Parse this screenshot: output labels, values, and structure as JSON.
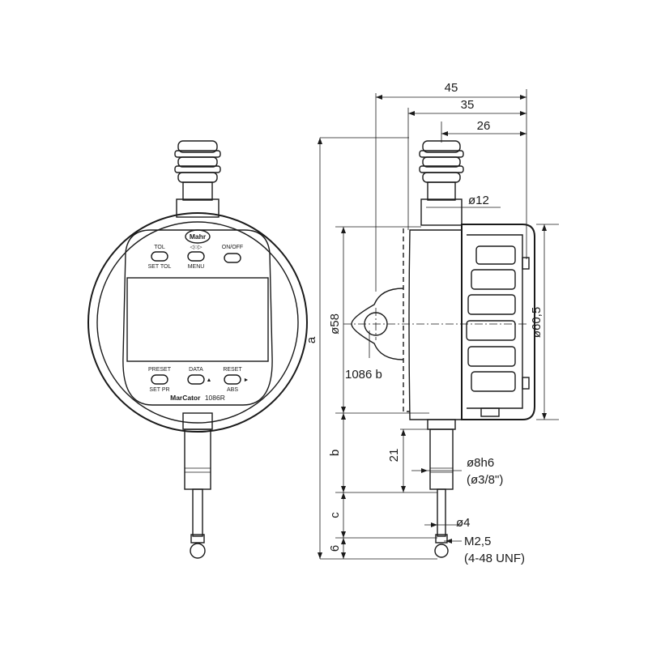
{
  "front_view": {
    "brand_logo": "Mahr",
    "buttons": {
      "tol": {
        "top": "TOL",
        "bottom": "SET TOL"
      },
      "menu": {
        "top": "◁○▷",
        "bottom": "MENU"
      },
      "onoff": {
        "top": "ON/OFF",
        "bottom": ""
      },
      "preset": {
        "top": "PRESET",
        "bottom": "SET PR"
      },
      "data": {
        "top": "DATA",
        "bottom": "▲"
      },
      "reset": {
        "top": "RESET",
        "bottom": "ABS"
      }
    },
    "reset_arrow": "►",
    "model_name": "MarCator",
    "model_number": "1086R"
  },
  "side_view": {
    "dimensions": {
      "width_overall": "45",
      "width_to_axis": "35",
      "width_cap": "26",
      "cap_diameter": "ø12",
      "inner_diameter": "ø58",
      "outer_diameter": "ø60,5",
      "height_a": "a",
      "height_b": "b",
      "height_c": "c",
      "tip_length": "6",
      "stem_length": "21",
      "stem_diameter": "ø8h6",
      "stem_diameter_imperial": "(ø3/8\")",
      "plunger_diameter": "ø4",
      "thread_metric": "M2,5",
      "thread_imperial": "(4-48 UNF)"
    },
    "variant_label": "1086 b"
  }
}
